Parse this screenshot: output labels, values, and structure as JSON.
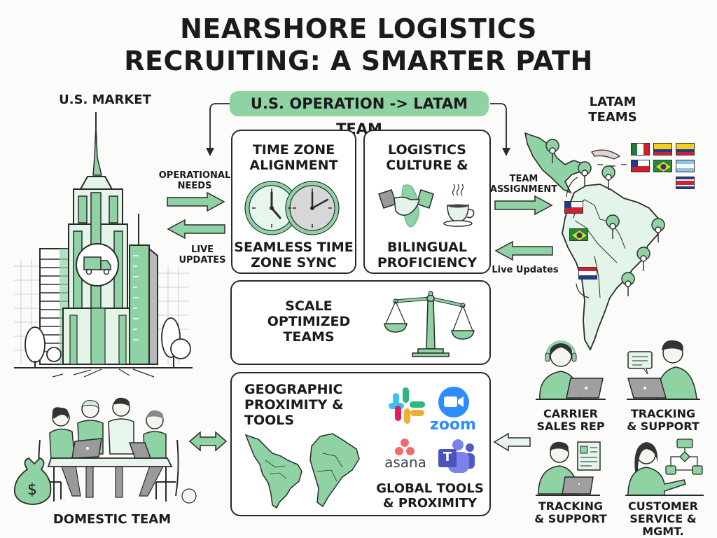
{
  "title": {
    "line1": "NEARSHORE LOGISTICS",
    "line2": "RECRUITING: A SMARTER PATH"
  },
  "colors": {
    "accent_green": "#8fd3a5",
    "light_green": "#e3f4e8",
    "outline": "#2a2a2a",
    "gray": "#b8b8b8"
  },
  "left": {
    "us_market_label": "U.S. MARKET",
    "city_icon": "skyscraper-city-icon",
    "truck_icon": "truck-icon",
    "arrow_out_label": {
      "line1": "OPERATIONAL",
      "line2": "NEEDS"
    },
    "arrow_in_label": {
      "line1": "LIVE",
      "line2": "UPDATES"
    },
    "domestic_team_label": "DOMESTIC TEAM",
    "money_bag_icon": "money-bag-icon"
  },
  "center": {
    "flow_pill": "U.S. OPERATION -> LATAM TEAM",
    "panels": {
      "time_zone": {
        "title1": "TIME ZONE",
        "title2": "ALIGNMENT",
        "caption1": "SEAMLESS TIME",
        "caption2": "ZONE SYNC",
        "icon": "clocks-icon"
      },
      "culture": {
        "title1": "LOGISTICS",
        "title2": "CULTURE &",
        "caption1": "BILINGUAL",
        "caption2": "PROFICIENCY",
        "icon": "handshake-coffee-icon"
      },
      "scale": {
        "line1": "SCALE",
        "line2": "OPTIMIZED",
        "line3": "TEAMS",
        "icon": "balance-scale-icon"
      },
      "geo": {
        "title1": "GEOGRAPHIC",
        "title2": "PROXIMITY &",
        "title3": "TOOLS",
        "tools": [
          "slack",
          "zoom",
          "asana",
          "teams"
        ],
        "zoom_wordmark": "zoom",
        "asana_wordmark": "asana",
        "teams_letter": "T",
        "caption1": "GLOBAL TOOLS",
        "caption2": "& PROXIMITY"
      }
    }
  },
  "right": {
    "latam_label": {
      "line1": "LATAM",
      "line2": "TEAMS"
    },
    "arrow_out_label": {
      "line1": "TEAM",
      "line2": "ASSIGNMENT"
    },
    "arrow_in_label": "Live Updates",
    "flags_grid": [
      "Mexico",
      "Colombia",
      "Ecuador",
      "Chile",
      "Brazil",
      "Argentina",
      "Costa Rica"
    ],
    "flags_callouts": [
      "Chile",
      "Brazil",
      "Paraguay"
    ],
    "roles": [
      {
        "line1": "CARRIER",
        "line2": "SALES REP"
      },
      {
        "line1": "TRACKING",
        "line2": "& SUPPORT"
      },
      {
        "line1": "TRACKING",
        "line2": "& SUPPORT"
      },
      {
        "line1": "CUSTOMER",
        "line2": "SERVICE & MGMT."
      }
    ]
  }
}
